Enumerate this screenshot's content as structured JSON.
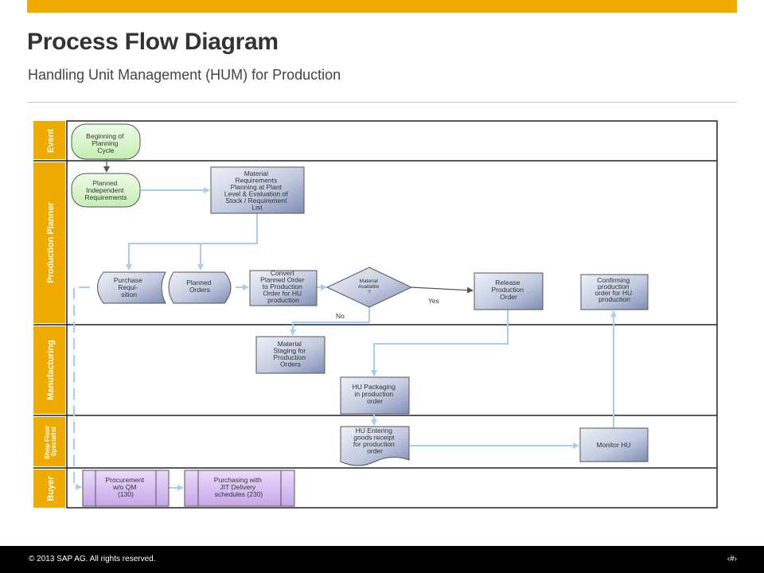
{
  "header": {
    "title": "Process Flow Diagram",
    "subtitle": "Handling Unit Management (HUM) for Production"
  },
  "lanes": {
    "event": "Event",
    "production_planner": "Production Planner",
    "manufacturing": "Manufacturing",
    "shop_floor": [
      "Shop Floor",
      "Specialist"
    ],
    "buyer": "Buyer"
  },
  "nodes": {
    "beginning": [
      "Beginning of",
      "Planning",
      "Cycle"
    ],
    "pir": [
      "Planned",
      "Independent",
      "Requirements"
    ],
    "mrp": [
      "Material",
      "Requirements",
      "Planning at Plant",
      "Level & Evaluation of",
      "Stock / Requirement",
      "List"
    ],
    "purchase_req": [
      "Purchase",
      "Requi-",
      "sition"
    ],
    "planned_orders": [
      "Planned",
      "Orders"
    ],
    "convert": [
      "Convert",
      "Planned Order",
      "to Production",
      "Order for HU",
      "production"
    ],
    "material_available": [
      "Material",
      "Available",
      "?"
    ],
    "release": [
      "Release",
      "Production",
      "Order"
    ],
    "confirming": [
      "Confirming",
      "production",
      "order for HU",
      "production"
    ],
    "staging": [
      "Material",
      "Staging for",
      "Production",
      "Orders"
    ],
    "hu_packaging": [
      "HU Packaging",
      "in production",
      "order"
    ],
    "hu_entering": [
      "HU Entering",
      "goods receipt",
      "for production",
      "order"
    ],
    "monitor": [
      "Monitor HU"
    ],
    "procurement": [
      "Procurement",
      "w/o QM",
      "(130)"
    ],
    "purchasing_jit": [
      "Purchasing with",
      "JIT Delivery",
      "schedules (230)"
    ]
  },
  "edge_labels": {
    "yes": "Yes",
    "no": "No"
  },
  "footer": {
    "copyright": "© 2013 SAP AG. All rights reserved.",
    "page": "‹#›"
  },
  "colors": {
    "accent": "#f0ab00",
    "lane_header": "#f0ab00",
    "process_box": "#c3cbe0",
    "event_box": "#d6f5c9",
    "buyer_box": "#d3b8ef",
    "arrow": "#a8cdf0"
  }
}
